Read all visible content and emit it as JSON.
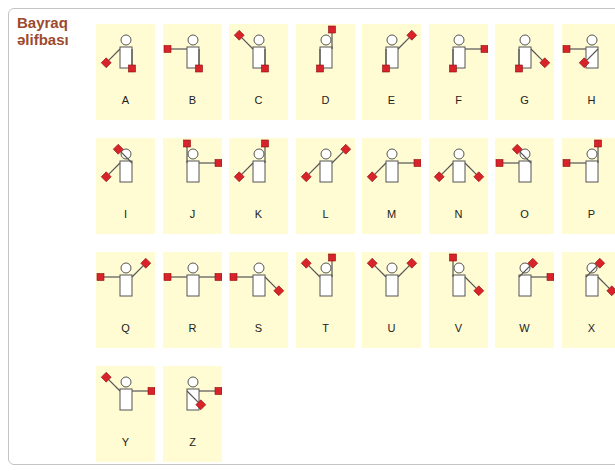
{
  "diagram": {
    "title": "Bayraq əlifbası",
    "nodes": [
      {
        "text": [
          "A"
        ]
      },
      {
        "text": [
          "B"
        ]
      },
      {
        "text": [
          "C"
        ]
      },
      {
        "text": [
          "D"
        ]
      },
      {
        "text": [
          "E"
        ]
      },
      {
        "text": [
          "F"
        ]
      },
      {
        "text": [
          "G"
        ]
      },
      {
        "text": [
          "H"
        ]
      },
      {
        "text": [
          "I"
        ]
      },
      {
        "text": [
          "J"
        ]
      },
      {
        "text": [
          "K"
        ]
      },
      {
        "text": [
          "L"
        ]
      },
      {
        "text": [
          "M"
        ]
      },
      {
        "text": [
          "N"
        ]
      },
      {
        "text": [
          "O"
        ]
      },
      {
        "text": [
          "P"
        ]
      },
      {
        "text": [
          "Q"
        ]
      },
      {
        "text": [
          "R"
        ]
      },
      {
        "text": [
          "S"
        ]
      },
      {
        "text": [
          "T"
        ]
      },
      {
        "text": [
          "U"
        ]
      },
      {
        "text": [
          "V"
        ]
      },
      {
        "text": [
          "W"
        ]
      },
      {
        "text": [
          "X"
        ]
      },
      {
        "text": [
          "Y"
        ]
      },
      {
        "text": [
          "Z"
        ]
      }
    ]
  }
}
